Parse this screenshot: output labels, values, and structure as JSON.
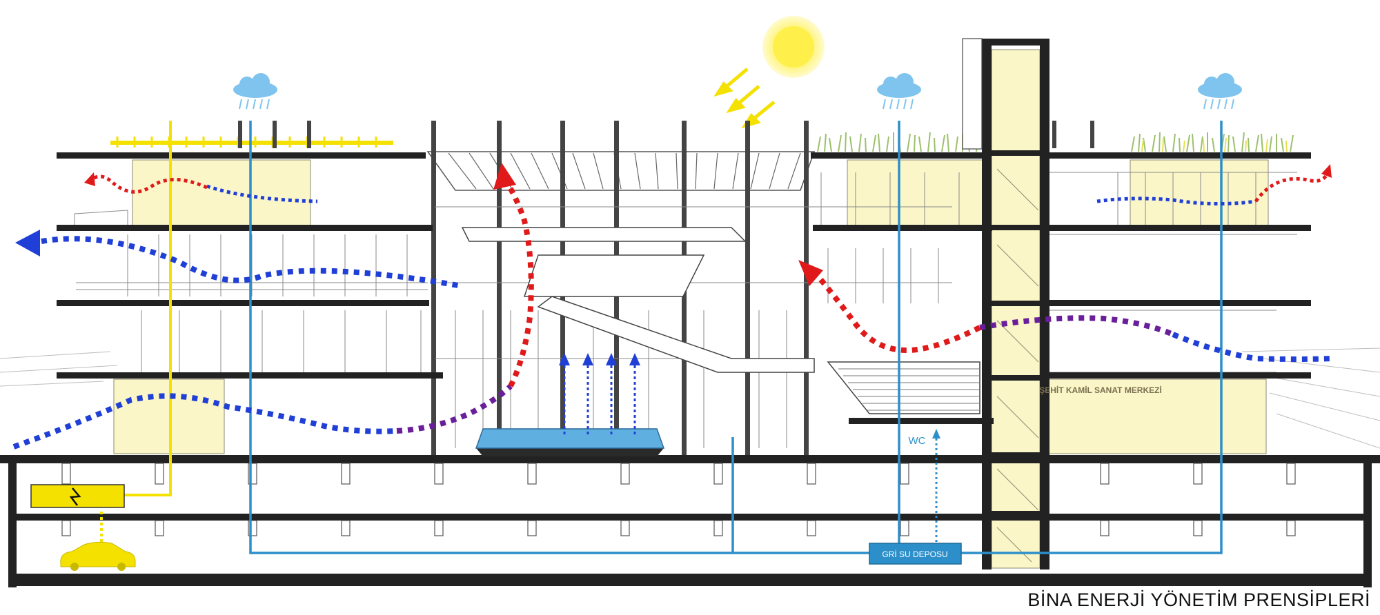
{
  "labels": {
    "building_sign": "ŞEHİT KAMİL SANAT MERKEZİ",
    "wc": "WC",
    "tank": "GRİ SU DEPOSU",
    "caption": "BİNA ENERJİ YÖNETİM PRENSİPLERİ"
  },
  "colors": {
    "cold_air": "#1f3fd6",
    "warm_air": "#e01a1a",
    "mixed_air": "#6a1f9a",
    "solar_power": "#f4e100",
    "water_pipe": "#2d8fc9",
    "glass_tint": "#fbf6c8",
    "structure": "#222222",
    "pool": "#5fb0e0"
  },
  "icons": [
    "sun-icon",
    "rain-cloud-icon",
    "battery-icon",
    "car-icon",
    "up-arrow-icon"
  ]
}
